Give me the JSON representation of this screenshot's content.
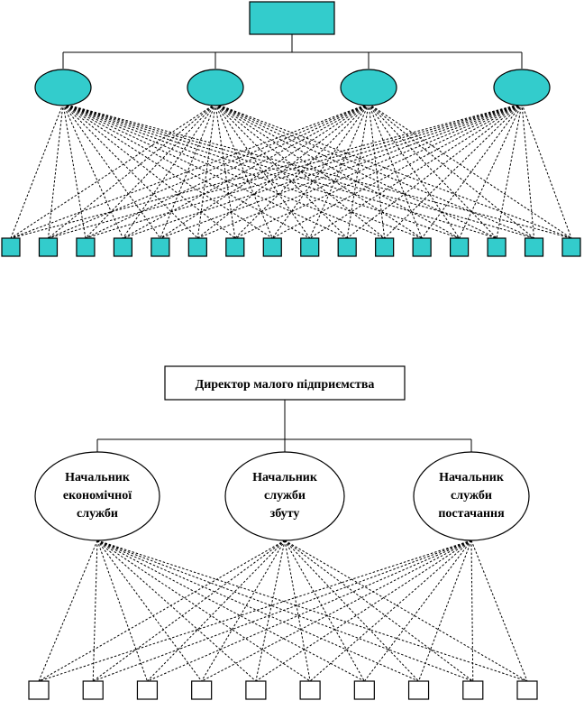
{
  "diagram_top": {
    "description": "abstract linear-functional structure",
    "manager_count": 4,
    "worker_count": 16,
    "colors": {
      "fill": "#33cccc",
      "stroke": "#000000"
    }
  },
  "diagram_bottom": {
    "director": {
      "label": "Директор малого підприємства"
    },
    "managers": [
      {
        "lines": [
          "Начальник",
          "економічної",
          "служби"
        ]
      },
      {
        "lines": [
          "Начальник",
          "служби",
          "збуту"
        ]
      },
      {
        "lines": [
          "Начальник",
          "служби",
          "постачання"
        ]
      }
    ],
    "worker_count": 10,
    "colors": {
      "fill": "#ffffff",
      "stroke": "#000000"
    }
  }
}
